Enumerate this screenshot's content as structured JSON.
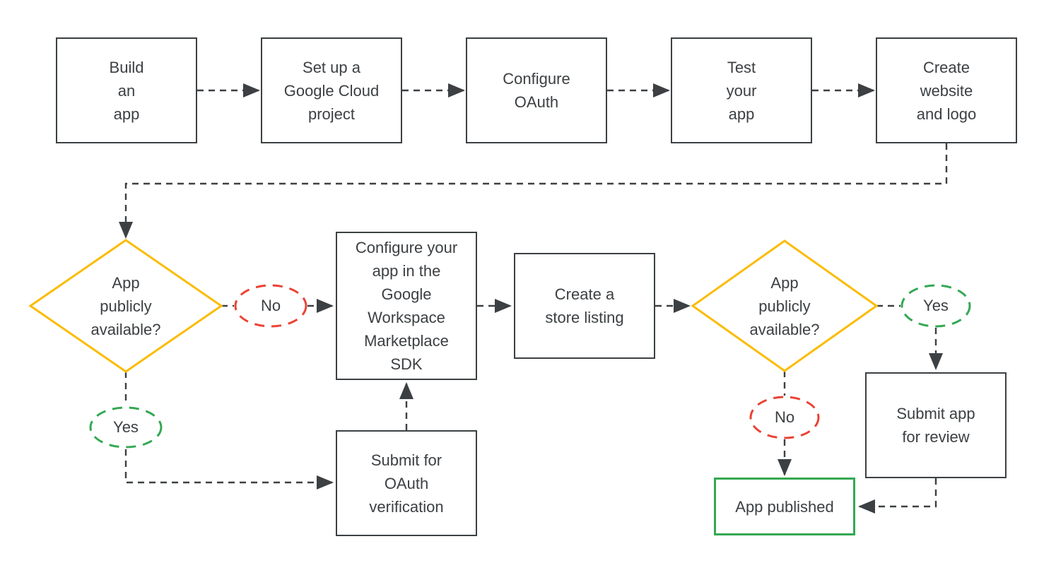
{
  "palette": {
    "line": "#3C4043",
    "text": "#3C4043",
    "decision_outline": "#FBBC04",
    "yes_outline": "#34A853",
    "no_outline": "#EA4335",
    "published_outline": "#34A853",
    "background": "#FFFFFF"
  },
  "steps": {
    "build_app": {
      "label": "Build\nan\napp"
    },
    "setup_project": {
      "label": "Set up a\nGoogle Cloud\nproject"
    },
    "configure_oauth": {
      "label": "Configure\nOAuth"
    },
    "test_app": {
      "label": "Test\nyour\napp"
    },
    "create_website": {
      "label": "Create\nwebsite\nand logo"
    },
    "configure_sdk": {
      "label": "Configure your\napp in the\nGoogle\nWorkspace\nMarketplace\nSDK"
    },
    "store_listing": {
      "label": "Create a\nstore listing"
    },
    "oauth_verification": {
      "label": "Submit for\nOAuth\nverification"
    },
    "submit_review": {
      "label": "Submit app\nfor review"
    },
    "app_published": {
      "label": "App published"
    }
  },
  "decisions": {
    "first": {
      "label": "App\npublicly\navailable?"
    },
    "second": {
      "label": "App\npublicly\navailable?"
    }
  },
  "branches": {
    "first_no": {
      "label": "No"
    },
    "first_yes": {
      "label": "Yes"
    },
    "second_yes": {
      "label": "Yes"
    },
    "second_no": {
      "label": "No"
    }
  }
}
